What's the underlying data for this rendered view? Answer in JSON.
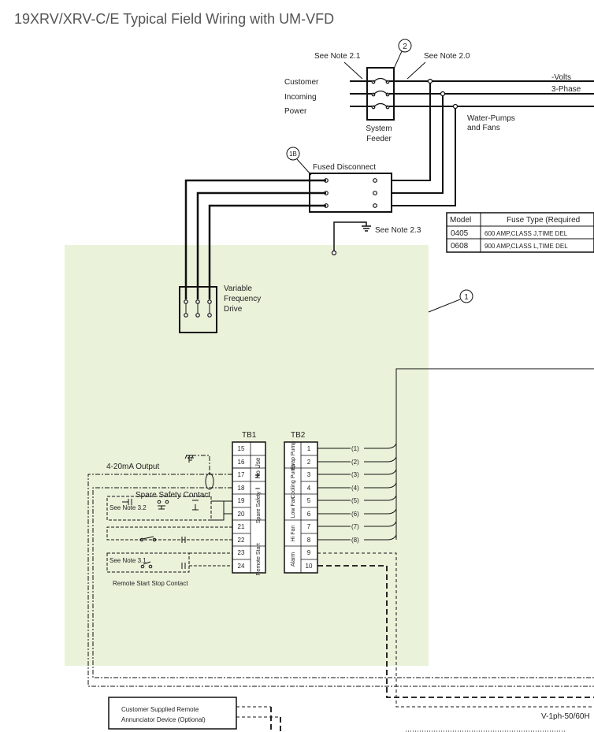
{
  "title": "19XRV/XRV-C/E Typical Field Wiring with UM-VFD",
  "colors": {
    "vfd_panel": "#ebf2da",
    "wire": "#111111",
    "title_text": "#555555"
  },
  "callouts": {
    "system_feeder_num": "2",
    "fused_disconnect_num": "1B",
    "vfd_panel_num": "1"
  },
  "notes": {
    "note_2_1": "See Note 2.1",
    "note_2_0": "See Note 2.0",
    "note_2_3": "See Note 2.3",
    "note_3_2": "See Note 3.2",
    "note_3_1": "See Note 3.1"
  },
  "labels": {
    "customer": "Customer",
    "incoming": "Incoming",
    "power": "Power",
    "volts": "-Volts",
    "three_phase": "3-Phase",
    "system": "System",
    "feeder": "Feeder",
    "water_pumps": "Water-Pumps",
    "and_fans": "and Fans",
    "fused_disconnect": "Fused Disconnect",
    "vfd_line1": "Variable",
    "vfd_line2": "Frequency",
    "vfd_line3": "Drive",
    "output_4_20": "4-20mA Output",
    "spare_safety_contact": "Spare Safety Contact",
    "remote_start_stop": "Remote Start  Stop Contact",
    "annunciator_line1": "Customer Supplied Remote",
    "annunciator_line2": "Annunciator Device   (Optional)",
    "bottom_right": "V-1ph-50/60H"
  },
  "fuse_table": {
    "headers": [
      "Model",
      "Fuse Type (Required"
    ],
    "rows": [
      [
        "0405",
        "600 AMP,CLASS J,TIME DEL"
      ],
      [
        "0608",
        "900 AMP,CLASS L,TIME DEL"
      ]
    ]
  },
  "tb1": {
    "title": "TB1",
    "terminals": [
      "15",
      "16",
      "17",
      "18",
      "19",
      "20",
      "21",
      "22",
      "23",
      "24"
    ],
    "no_use": "No Use",
    "plus": "+",
    "minus": "–",
    "spare_safety": "Spare Safety",
    "remote_start": "Remote Start"
  },
  "tb2": {
    "title": "TB2",
    "terminals": [
      "1",
      "2",
      "3",
      "4",
      "5",
      "6",
      "7",
      "8",
      "9",
      "10"
    ],
    "groups": [
      "Evap Pump",
      "Cooling Pump",
      "Low Fan",
      "Hi Fan",
      "Alarm"
    ],
    "wire_labels": [
      "(1)",
      "(2)",
      "(3)",
      "(4)",
      "(5)",
      "(6)",
      "(7)",
      "(8)"
    ]
  }
}
